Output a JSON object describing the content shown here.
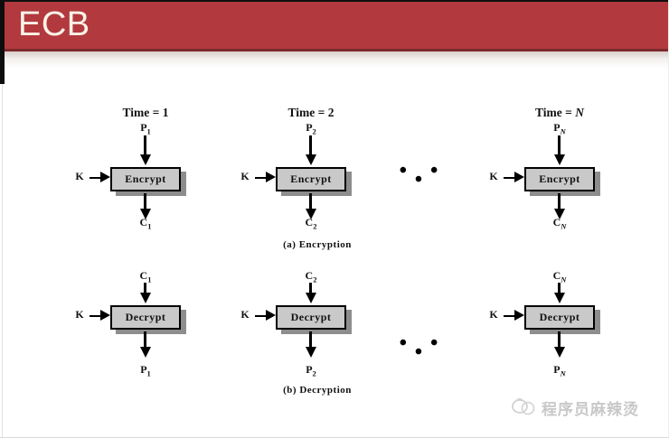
{
  "header": {
    "title": "ECB"
  },
  "colors": {
    "header_red": "#b23a3e",
    "header_bottom_line": "#7f2a2d",
    "box_fill": "#c9c9c9",
    "box_shadow": "#8d8d8d",
    "arrow_black": "#000000",
    "watermark_gray": "#c8c8c8"
  },
  "diagram": {
    "encryption": {
      "caption": "(a) Encryption",
      "ellipsis": "• • •",
      "columns": [
        {
          "time_prefix": "Time = ",
          "time_var": "1",
          "key_label": "K",
          "input_main": "P",
          "input_sub": "1",
          "box_label": "Encrypt",
          "output_main": "C",
          "output_sub": "1"
        },
        {
          "time_prefix": "Time = ",
          "time_var": "2",
          "key_label": "K",
          "input_main": "P",
          "input_sub": "2",
          "box_label": "Encrypt",
          "output_main": "C",
          "output_sub": "2"
        },
        {
          "time_prefix": "Time = ",
          "time_var": "N",
          "key_label": "K",
          "input_main": "P",
          "input_sub": "N",
          "box_label": "Encrypt",
          "output_main": "C",
          "output_sub": "N"
        }
      ]
    },
    "decryption": {
      "caption": "(b) Decryption",
      "ellipsis": "• • •",
      "columns": [
        {
          "key_label": "K",
          "input_main": "C",
          "input_sub": "1",
          "box_label": "Decrypt",
          "output_main": "P",
          "output_sub": "1"
        },
        {
          "key_label": "K",
          "input_main": "C",
          "input_sub": "2",
          "box_label": "Decrypt",
          "output_main": "P",
          "output_sub": "2"
        },
        {
          "key_label": "K",
          "input_main": "C",
          "input_sub": "N",
          "box_label": "Decrypt",
          "output_main": "P",
          "output_sub": "N"
        }
      ]
    }
  },
  "watermark": {
    "text": "程序员麻辣烫"
  }
}
